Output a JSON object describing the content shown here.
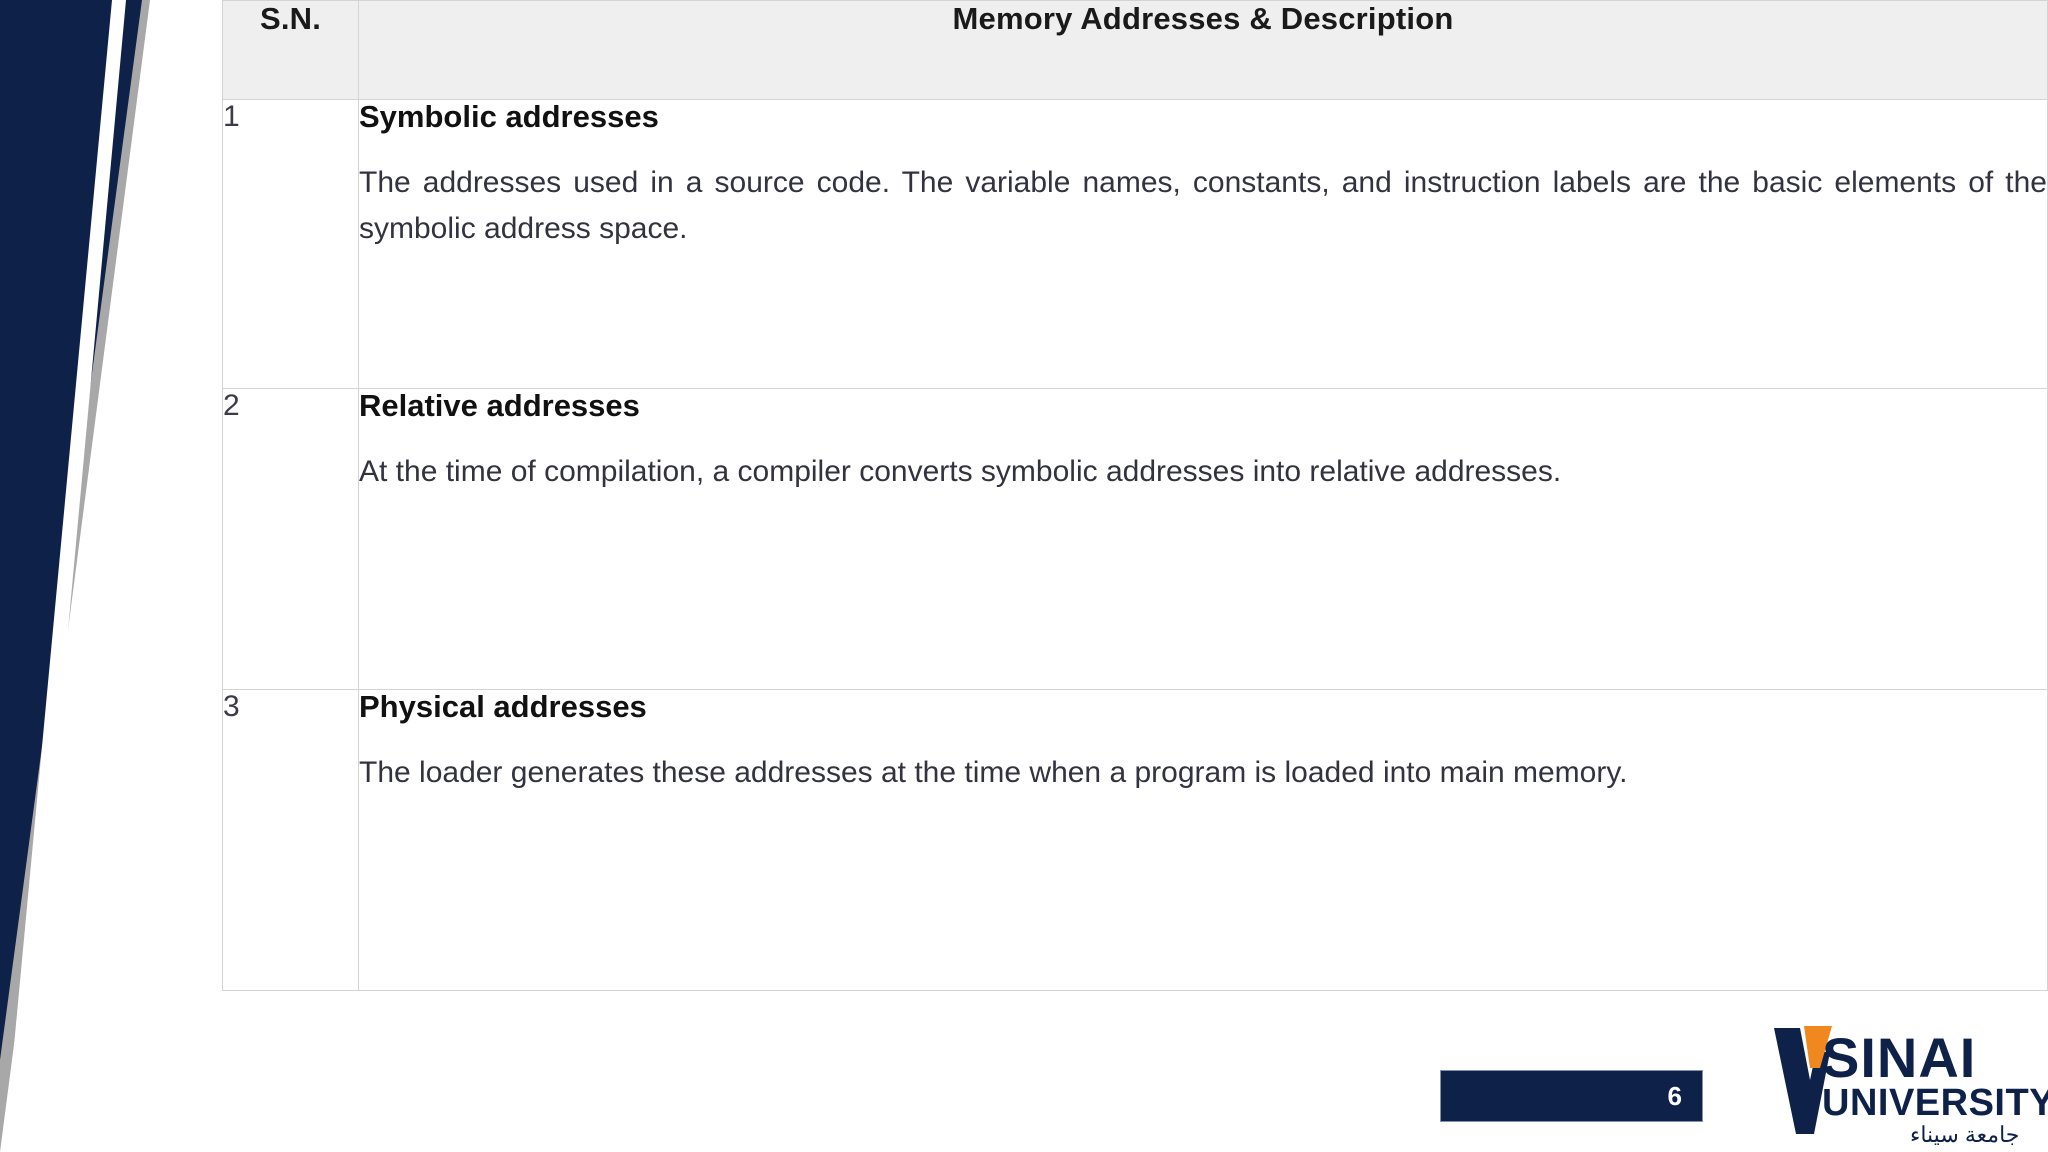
{
  "slide": {
    "page_number": "6",
    "accent_navy": "#0e2149",
    "accent_gray": "#a8a8a8",
    "header_bg": "#efefef"
  },
  "table": {
    "headers": {
      "sn": "S.N.",
      "description": "Memory Addresses & Description"
    },
    "rows": [
      {
        "sn": "1",
        "title": "Symbolic addresses",
        "body": "The addresses used in a source code. The variable names, constants, and instruction labels are the basic elements of the symbolic address space."
      },
      {
        "sn": "2",
        "title": "Relative addresses",
        "body": "At the time of compilation, a compiler converts symbolic addresses into relative addresses."
      },
      {
        "sn": "3",
        "title": "Physical addresses",
        "body": "The loader generates these addresses at the time when a program is loaded into main memory."
      }
    ]
  },
  "logo": {
    "name": "SINAI",
    "subtitle": "UNIVERSITY",
    "arabic": "جامعة سيناء",
    "check_color": "#f0871f"
  }
}
